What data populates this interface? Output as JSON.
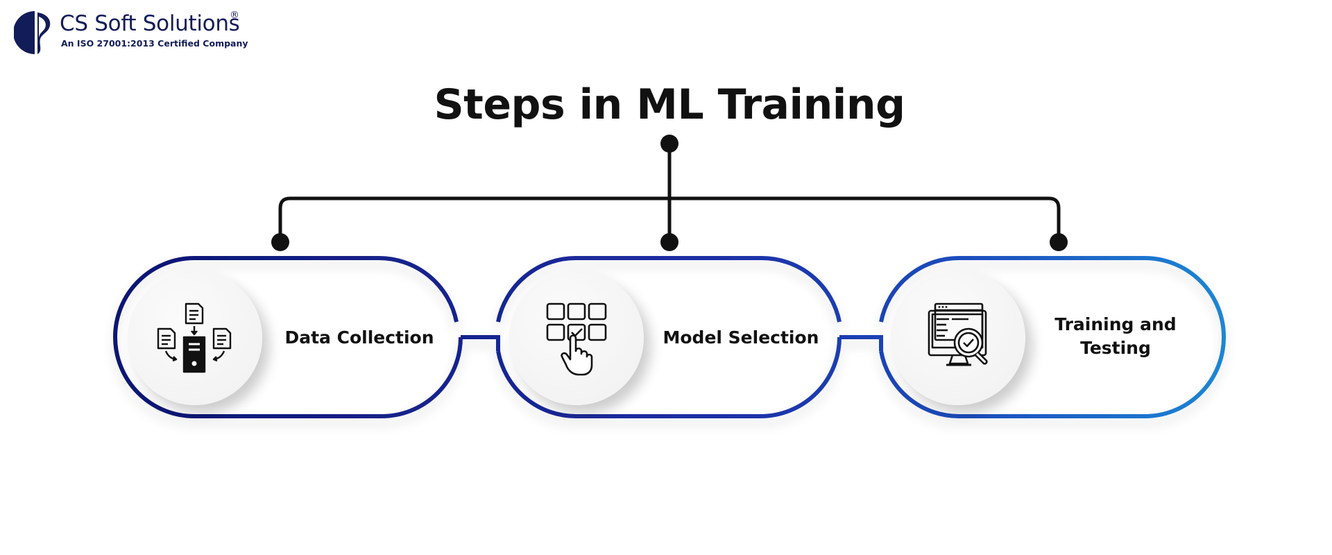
{
  "brand": {
    "name": "CS Soft Solutions",
    "registered_mark": "®",
    "tagline": "An ISO 27001:2013 Certified Company",
    "colors": {
      "navy": "#121c58"
    }
  },
  "title": "Steps in ML Training",
  "steps": [
    {
      "label": "Data Collection",
      "icon": "data-collection-icon"
    },
    {
      "label": "Model Selection",
      "icon": "grid-select-hand-icon"
    },
    {
      "label": "Training and Testing",
      "icon": "monitor-magnifier-check-icon"
    }
  ],
  "colors": {
    "connector": "#111111",
    "border_start": "#0b1572",
    "border_mid": "#1f2fa6",
    "border_end": "#1a86d4"
  }
}
